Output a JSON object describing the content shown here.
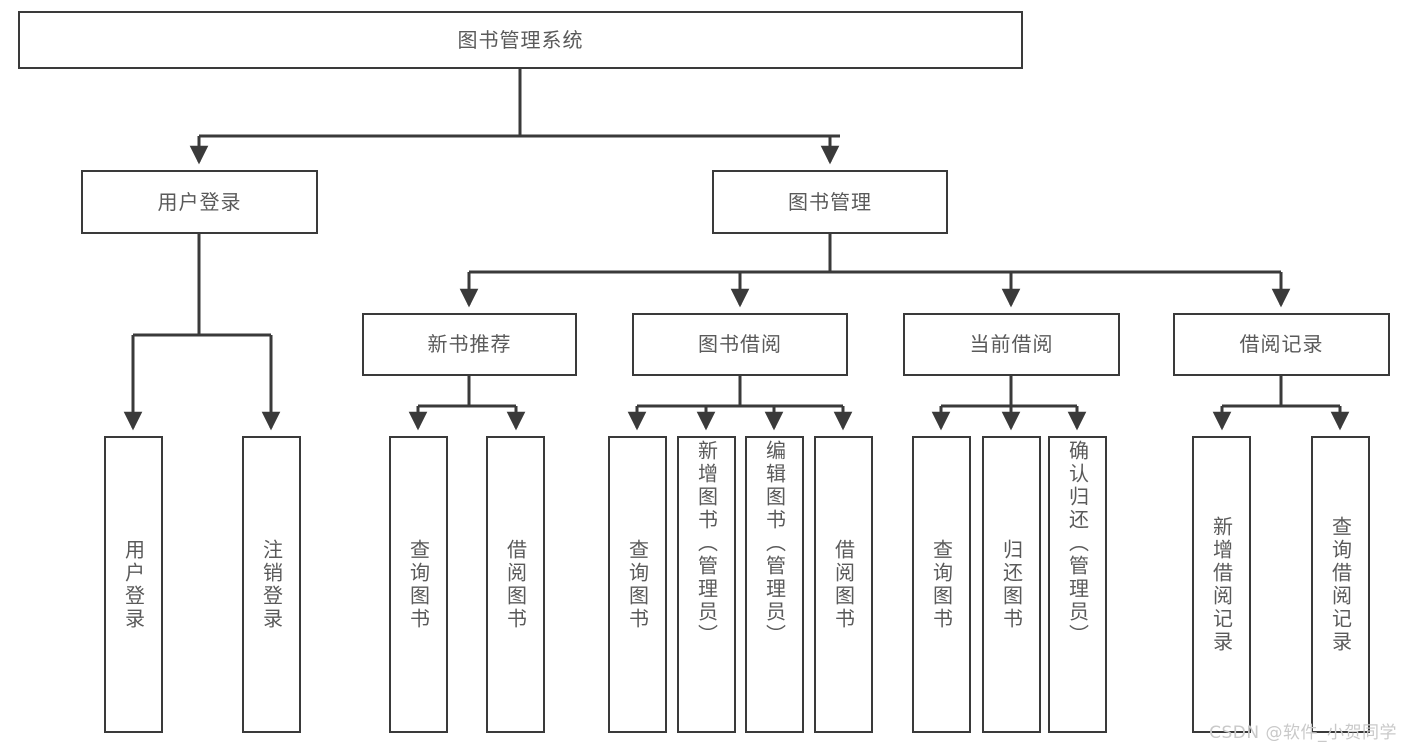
{
  "diagram": {
    "type": "tree",
    "title": "图书管理系统",
    "watermark": "CSDN @软件_小贺同学",
    "colors": {
      "stroke": "#3a3a3a",
      "text": "#5a5a5a",
      "background": "#ffffff",
      "watermark": "#c9c9c9"
    },
    "root": {
      "label": "图书管理系统"
    },
    "level2": [
      {
        "label": "用户登录"
      },
      {
        "label": "图书管理"
      }
    ],
    "level3": [
      {
        "label": "新书推荐"
      },
      {
        "label": "图书借阅"
      },
      {
        "label": "当前借阅"
      },
      {
        "label": "借阅记录"
      }
    ],
    "leaves": [
      {
        "label": "用户登录",
        "parent": "用户登录"
      },
      {
        "label": "注销登录",
        "parent": "用户登录"
      },
      {
        "label": "查询图书",
        "parent": "新书推荐"
      },
      {
        "label": "借阅图书",
        "parent": "新书推荐"
      },
      {
        "label": "查询图书",
        "parent": "图书借阅"
      },
      {
        "label": "新增图书（管理员）",
        "parent": "图书借阅"
      },
      {
        "label": "编辑图书（管理员）",
        "parent": "图书借阅"
      },
      {
        "label": "借阅图书",
        "parent": "图书借阅"
      },
      {
        "label": "查询图书",
        "parent": "当前借阅"
      },
      {
        "label": "归还图书",
        "parent": "当前借阅"
      },
      {
        "label": "确认归还（管理员）",
        "parent": "当前借阅"
      },
      {
        "label": "新增借阅记录",
        "parent": "借阅记录"
      },
      {
        "label": "查询借阅记录",
        "parent": "借阅记录"
      }
    ]
  }
}
